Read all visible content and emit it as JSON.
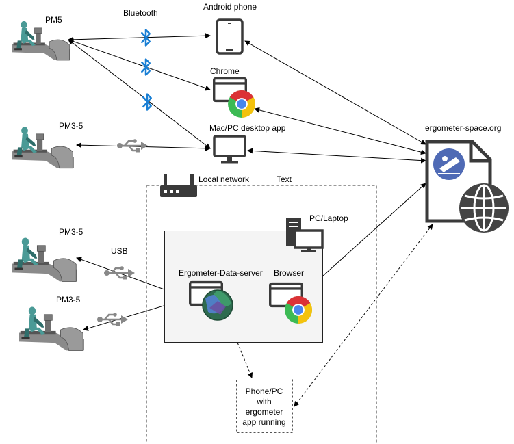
{
  "labels": {
    "pm5": "PM5",
    "bluetooth": "Bluetooth",
    "android_phone": "Android phone",
    "chrome": "Chrome",
    "desktop_app": "Mac/PC desktop app",
    "pm3_5_top": "PM3-5",
    "ergometer_space": "ergometer-space.org",
    "local_network": "Local network",
    "text": "Text",
    "pc_laptop": "PC/Laptop",
    "pm3_5_mid": "PM3-5",
    "usb": "USB",
    "data_server": "Ergometer-Data-server",
    "browser": "Browser",
    "pm3_5_bottom": "PM3-5",
    "phone_pc_line1": "Phone/PC",
    "phone_pc_line2": "with",
    "phone_pc_line3": "ergometer",
    "phone_pc_line4": "app running"
  },
  "colors": {
    "rower_body": "#4a9a96",
    "rower_dark": "#2f6e6b",
    "machine": "#8a8a8a",
    "machine_dark": "#555555",
    "bluetooth": "#1a7fd4",
    "icon_dark": "#3a3a3a",
    "chrome_red": "#db3236",
    "chrome_yellow": "#f4c20d",
    "chrome_green": "#3cba54",
    "chrome_blue": "#4885ed",
    "globe_dark": "#444444",
    "logo_blue": "#4f6ab5",
    "box_fill": "#f4f4f4",
    "dashed": "#999999"
  },
  "icons": [
    "rowing-machine-icon",
    "bluetooth-icon",
    "tablet-icon",
    "chrome-window-icon",
    "monitor-icon",
    "usb-icon",
    "router-icon",
    "pc-icon",
    "server-globe-icon",
    "document-icon",
    "globe-icon"
  ]
}
